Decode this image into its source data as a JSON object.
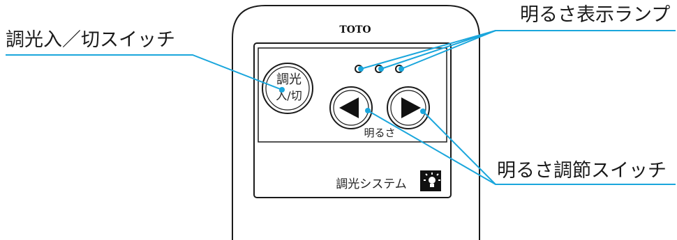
{
  "device": {
    "brand": "TOTO",
    "button_power": {
      "line1": "調光",
      "line2": "入/切"
    },
    "brightness_caption": "明るさ",
    "system_label": "調光システム",
    "lamp_icon": "light-bulb-icon",
    "down_icon": "triangle-left-icon",
    "up_icon": "triangle-right-icon"
  },
  "callouts": {
    "power_switch": "調光入／切スイッチ",
    "brightness_lamp": "明るさ表示ランプ",
    "brightness_switch": "明るさ調節スイッチ"
  },
  "colors": {
    "leader_line": "#1aa6dc",
    "outline": "#1a1a1a"
  }
}
